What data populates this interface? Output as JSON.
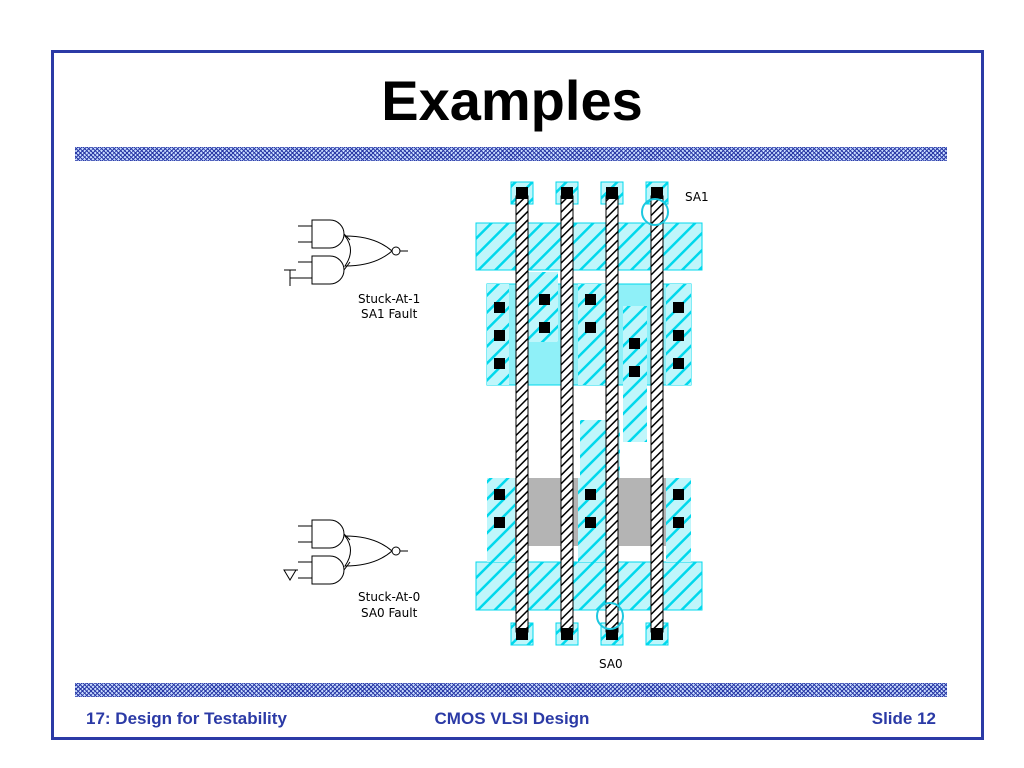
{
  "slide": {
    "title": "Examples",
    "footer": {
      "left": "17: Design for Testability",
      "center": "CMOS VLSI Design",
      "right": "Slide 12"
    }
  },
  "diagram": {
    "gates": [
      {
        "label_line1": "Stuck-At-1",
        "label_line2": "SA1 Fault",
        "fault_symbol": "ground-tie-high"
      },
      {
        "label_line1": "Stuck-At-0",
        "label_line2": "SA0 Fault",
        "fault_symbol": "ground-tie-low"
      }
    ],
    "layout_labels": {
      "sa1": "SA1",
      "sa0": "SA0"
    },
    "colors": {
      "frame": "#2b3aa6",
      "diffusion": "#00e0f0",
      "fault_circle": "#1ec8e0",
      "well": "#b4b4b4",
      "contact": "#000000"
    }
  }
}
